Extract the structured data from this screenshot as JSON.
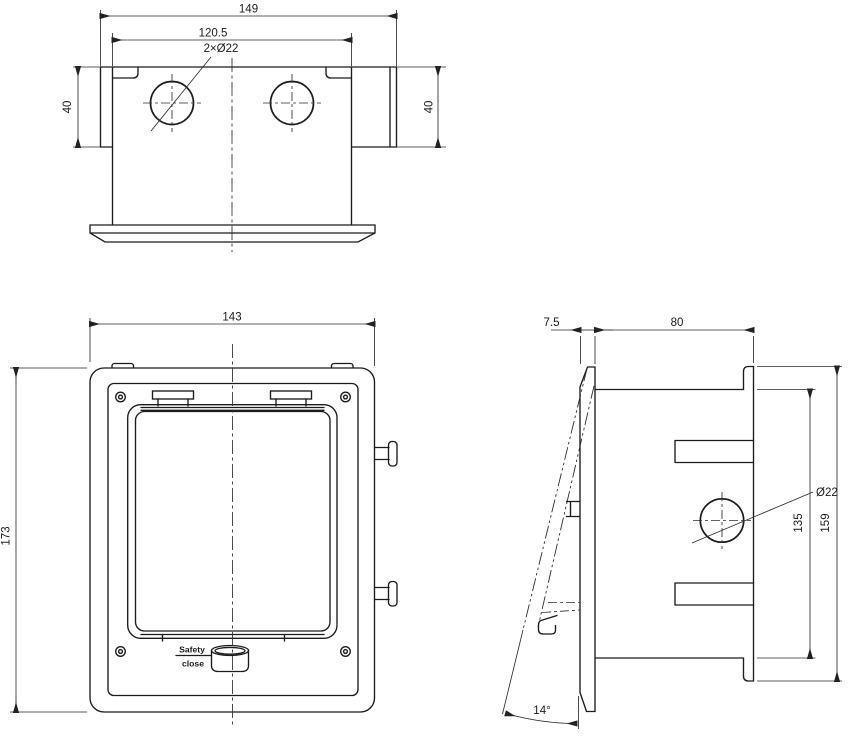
{
  "drawing": {
    "top_view": {
      "overall_width": "149",
      "body_width": "120.5",
      "hole_callout": "2×Ø22",
      "flange_depth_left": "40",
      "flange_depth_right": "40"
    },
    "front_view": {
      "width": "143",
      "height": "173",
      "latch_label_top": "Safety",
      "latch_label_bottom": "close"
    },
    "side_view": {
      "frame_depth": "7.5",
      "box_depth": "80",
      "hole_callout": "Ø22",
      "body_height": "135",
      "overall_height": "159",
      "door_open_angle": "14°"
    },
    "colors": {
      "line": "#1c1c1c",
      "background": "#ffffff"
    }
  }
}
